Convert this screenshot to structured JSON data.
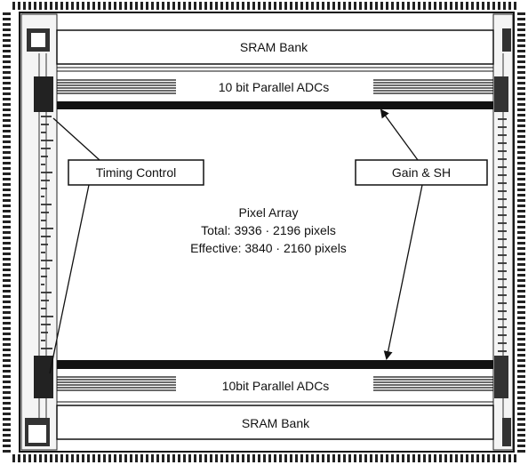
{
  "diagram": {
    "sram_top": "SRAM Bank",
    "adc_top": "10 bit Parallel ADCs",
    "timing_control": "Timing Control",
    "gain_sh": "Gain & SH",
    "pixel_array": {
      "title": "Pixel Array",
      "total": "Total: 3936 · 2196 pixels",
      "effective": "Effective: 3840 · 2160 pixels"
    },
    "adc_bottom": "10bit Parallel ADCs",
    "sram_bottom": "SRAM Bank"
  }
}
